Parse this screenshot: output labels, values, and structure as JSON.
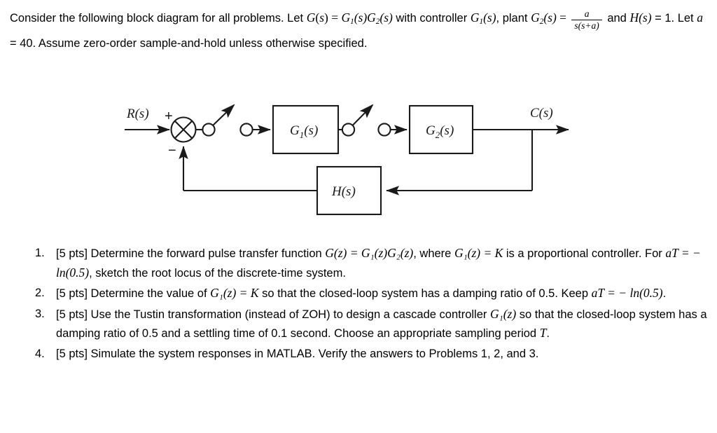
{
  "document": {
    "intro": {
      "line1_a": "Consider the following block diagram for all problems.  Let ",
      "g_of_s": "G",
      "eq1": "(",
      "s1": "s",
      "eq2": ") = ",
      "g1": "G",
      "g1_sub": "1",
      "g1_args": "(s)",
      "g2": "G",
      "g2_sub": "2",
      "g2_args": "(s)",
      "line1_b": " with controller ",
      "controller_g1": "G",
      "controller_g1_sub": "1",
      "controller_g1_args": "(s)",
      "line1_c": ",",
      "line2_a": "plant ",
      "plant_g2": "G",
      "plant_g2_sub": "2",
      "plant_g2_args": "(s)",
      "plant_eq": " = ",
      "frac_num": "a",
      "frac_den": "s(s+a)",
      "line2_b": " and ",
      "h_of_s": "H",
      "h_args": "(s)",
      "h_eq": " = 1.  Let ",
      "a_var": "a",
      "a_eq": " = 40.  Assume zero-order sample-and-hold unless otherwise",
      "line3": "specified."
    },
    "diagram": {
      "name": "feedback-control-block-diagram",
      "input_label": "R(s)",
      "output_label": "C(s)",
      "plus_sign": "+",
      "minus_sign": "−",
      "block_g1": "G₁(s)",
      "block_g1_base": "G",
      "block_g1_sub": "1",
      "block_g1_args": "(s)",
      "block_g2_base": "G",
      "block_g2_sub": "2",
      "block_g2_args": "(s)",
      "block_h_base": "H",
      "block_h_args": "(s)",
      "sampler_count": 4,
      "stroke_color": "#1a1a1a",
      "fill_color": "#ffffff"
    },
    "problems": [
      {
        "index": "1.",
        "points": "[5 pts]",
        "text_a": " Determine the forward pulse transfer function ",
        "math_a": "G(z) = G₁(z)G₂(z)",
        "text_b": ", where ",
        "math_b": "G₁(z) = K",
        "text_c": " is a proportional controller.  For ",
        "math_c": "aT = − ln(0.5)",
        "text_d": ", sketch the root locus of the discrete-time system."
      },
      {
        "index": "2.",
        "points": "[5 pts]",
        "text_a": " Determine the value of ",
        "math_a": "G₁(z) = K",
        "text_b": " so that the closed-loop system has a damping ratio of 0.5.  Keep ",
        "math_b": "aT = − ln(0.5)",
        "text_c": "."
      },
      {
        "index": "3.",
        "points": "[5 pts]",
        "text_a": " Use the Tustin transformation (instead of ZOH) to design a cascade controller ",
        "math_a": "G₁(z)",
        "text_b": " so that the closed-loop system has a damping ratio of 0.5 and a settling time of 0.1 second.  Choose an appropriate sampling period ",
        "math_b": "T",
        "text_c": "."
      },
      {
        "index": "4.",
        "points": "[5 pts]",
        "text_a": " Simulate the system responses in MATLAB.  Verify the answers to Problems 1, 2, and 3.",
        "math_a": "",
        "text_b": "",
        "math_b": "",
        "text_c": ""
      }
    ]
  }
}
